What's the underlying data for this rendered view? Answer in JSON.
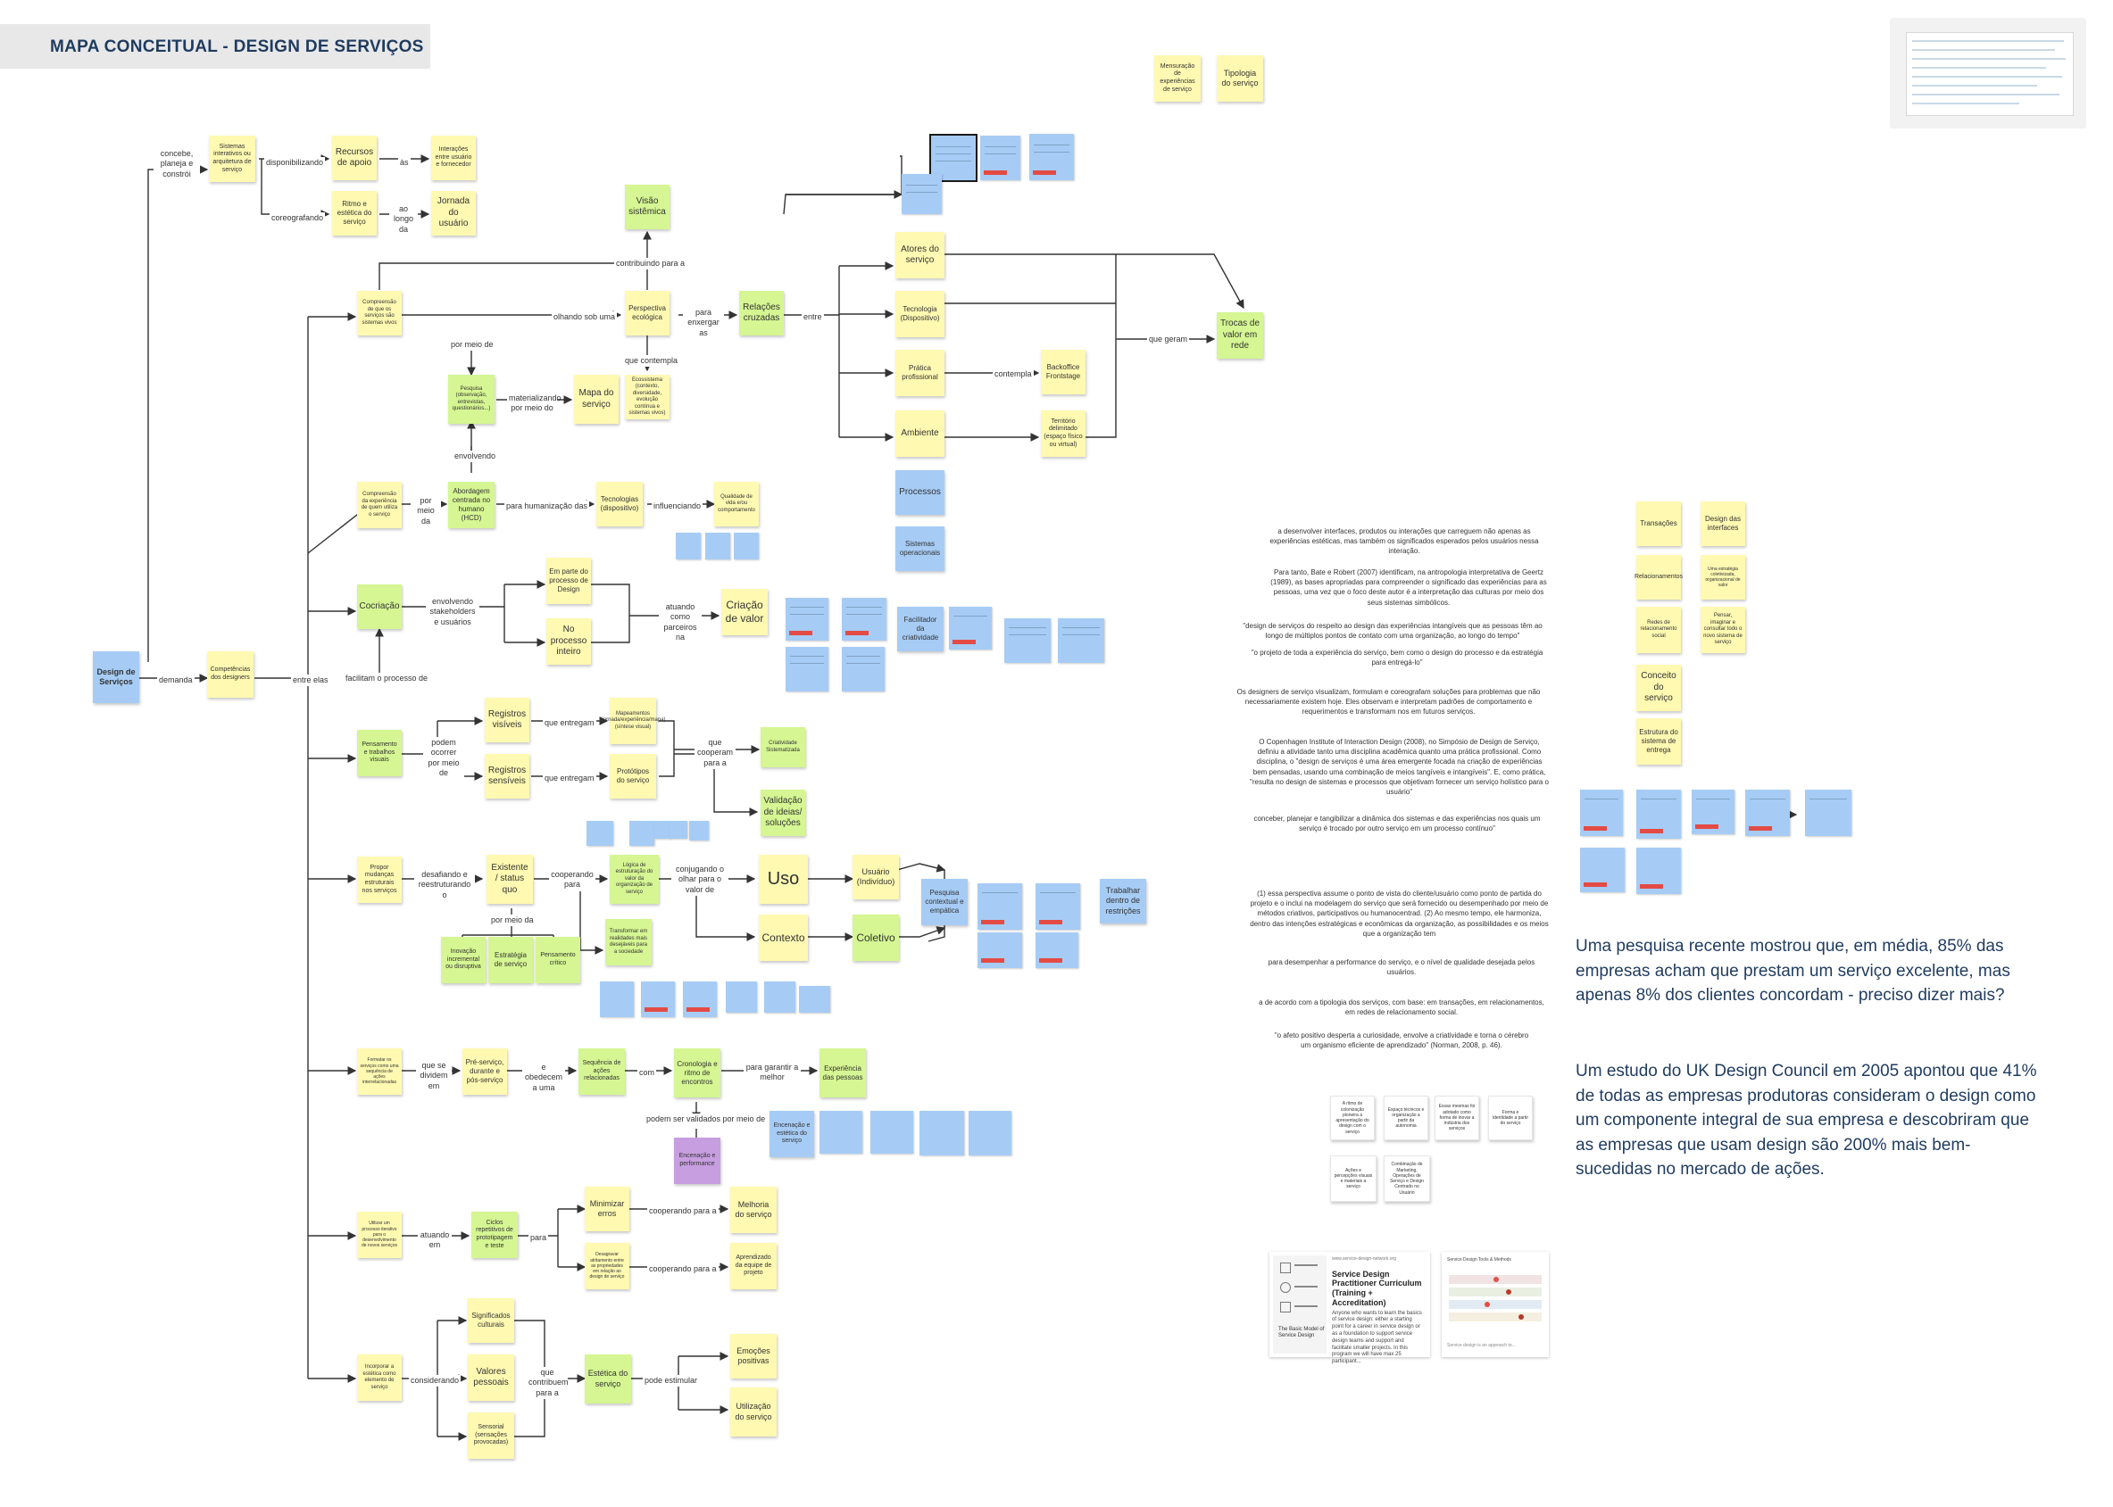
{
  "title": "MAPA CONCEITUAL - DESIGN DE SERVIÇOS",
  "notes": [
    {
      "text": "Design de Serviços",
      "c": "b"
    },
    {
      "text": "Competências dos designers",
      "c": "y"
    },
    {
      "text": "Sistemas interativos ou arquitetura de serviço",
      "c": "y"
    },
    {
      "text": "Recursos de apoio",
      "c": "y"
    },
    {
      "text": "Interações entre usuário e fornecedor",
      "c": "y"
    },
    {
      "text": "Ritmo e estética do serviço",
      "c": "y"
    },
    {
      "text": "Jornada do usuário",
      "c": "y"
    },
    {
      "text": "Compreensão de que os serviços são sistemas vivos",
      "c": "y"
    },
    {
      "text": "Visão sistêmica",
      "c": "g"
    },
    {
      "text": "Perspectiva ecológica",
      "c": "y"
    },
    {
      "text": "Relações cruzadas",
      "c": "g"
    },
    {
      "text": "Ecossistema (contexto, diversidade, evolução contínua e sistemas vivos)",
      "c": "y"
    },
    {
      "text": "Pesquisa (observação, entrevistas, questionários...)",
      "c": "g"
    },
    {
      "text": "Mapa do serviço",
      "c": "y"
    },
    {
      "text": "Atores do serviço",
      "c": "y"
    },
    {
      "text": "Tecnologia (Dispositivo)",
      "c": "y"
    },
    {
      "text": "Prática profissional",
      "c": "y"
    },
    {
      "text": "Backoffice Frontstage",
      "c": "y"
    },
    {
      "text": "Ambiente",
      "c": "y"
    },
    {
      "text": "Território delimitado (espaço físico ou virtual)",
      "c": "y"
    },
    {
      "text": "Trocas de valor em rede",
      "c": "g"
    },
    {
      "text": "Processos",
      "c": "b"
    },
    {
      "text": "Sistemas operacionais",
      "c": "b"
    },
    {
      "text": "Compreensão da experiência de quem utiliza o serviço",
      "c": "y"
    },
    {
      "text": "Abordagem centrada no humano (HCD)",
      "c": "g"
    },
    {
      "text": "Tecnologias (dispositivo)",
      "c": "y"
    },
    {
      "text": "Qualidade de vida e/ou comportamento",
      "c": "y"
    },
    {
      "text": "Cocriação",
      "c": "g"
    },
    {
      "text": "Em parte do processo de Design",
      "c": "y"
    },
    {
      "text": "No processo inteiro",
      "c": "y"
    },
    {
      "text": "Criação de valor",
      "c": "y"
    },
    {
      "text": "Facilitador da criatividade",
      "c": "b"
    },
    {
      "text": "Pensamento e trabalhos visuais",
      "c": "g"
    },
    {
      "text": "Registros visíveis",
      "c": "y"
    },
    {
      "text": "Registros sensíveis",
      "c": "y"
    },
    {
      "text": "Mapeamentos (jornada/experiência/mapa) (síntese visual)",
      "c": "y"
    },
    {
      "text": "Protótipos do serviço",
      "c": "y"
    },
    {
      "text": "Criatividade Sistematizada",
      "c": "g"
    },
    {
      "text": "Validação de ideias/ soluções",
      "c": "g"
    },
    {
      "text": "Propor mudanças estruturais nos serviços",
      "c": "y"
    },
    {
      "text": "Existente / status quo",
      "c": "y"
    },
    {
      "text": "Lógica de estruturação do valor da organização de serviço",
      "c": "g"
    },
    {
      "text": "Transformar em realidades mais desejáveis para a sociedade",
      "c": "g"
    },
    {
      "text": "Uso",
      "c": "y"
    },
    {
      "text": "Usuário (Indivíduo)",
      "c": "y"
    },
    {
      "text": "Contexto",
      "c": "y"
    },
    {
      "text": "Coletivo",
      "c": "g"
    },
    {
      "text": "Pesquisa contextual e empática",
      "c": "b"
    },
    {
      "text": "Trabalhar dentro de restrições",
      "c": "b"
    },
    {
      "text": "Inovação incremental ou disruptiva",
      "c": "g"
    },
    {
      "text": "Estratégia de serviço",
      "c": "g"
    },
    {
      "text": "Pensamento crítico",
      "c": "g"
    },
    {
      "text": "Formatar os serviços como uma sequência de ações interrelacionadas",
      "c": "y"
    },
    {
      "text": "Pré-serviço, durante e pós-serviço",
      "c": "y"
    },
    {
      "text": "Sequência de ações relacionadas",
      "c": "g"
    },
    {
      "text": "Cronologia e ritmo de encontros",
      "c": "g"
    },
    {
      "text": "Experiência das pessoas",
      "c": "g"
    },
    {
      "text": "Encenação e estética do serviço",
      "c": "b"
    },
    {
      "text": "Encenação e performance",
      "c": "p"
    },
    {
      "text": "Utilizar um processo iterativo para o desenvolvimento de novos serviços",
      "c": "y"
    },
    {
      "text": "Ciclos repetitivos de prototipagem e teste",
      "c": "g"
    },
    {
      "text": "Minimizar erros",
      "c": "y"
    },
    {
      "text": "Desagravar atritamento entre as propriedades em relação ao design de serviço",
      "c": "y"
    },
    {
      "text": "Melhoria do serviço",
      "c": "y"
    },
    {
      "text": "Aprendizado da equipe de projeto",
      "c": "y"
    },
    {
      "text": "Incorporar a estética como elemento de serviço",
      "c": "y"
    },
    {
      "text": "Significados culturais",
      "c": "y"
    },
    {
      "text": "Valores pessoais",
      "c": "y"
    },
    {
      "text": "Sensorial (sensações provocadas)",
      "c": "y"
    },
    {
      "text": "Estética do serviço",
      "c": "g"
    },
    {
      "text": "Emoções positivas",
      "c": "y"
    },
    {
      "text": "Utilização do serviço",
      "c": "y"
    },
    {
      "text": "Mensuração de experiências de serviço",
      "c": "y"
    },
    {
      "text": "Tipologia do serviço",
      "c": "y"
    },
    {
      "text": "Transações",
      "c": "y"
    },
    {
      "text": "Design das interfaces",
      "c": "y"
    },
    {
      "text": "Relacionamentos",
      "c": "y"
    },
    {
      "text": "Redes de relacionamento social",
      "c": "y"
    },
    {
      "text": "Pensar, imaginar e consultar todo o novo sistema de serviço",
      "c": "y"
    },
    {
      "text": "Conceito do serviço",
      "c": "y"
    },
    {
      "text": "Estrutura do sistema de entrega",
      "c": "y"
    },
    {
      "text": "Uma estratégia coletivizada, organizacional de valor",
      "c": "y"
    }
  ],
  "labels": [
    "concebe, planeja e constrói",
    "disponibilizando",
    "às",
    "coreografando",
    "ao longo da",
    "contribuindo para a",
    "olhando sob uma",
    "para enxergar as",
    "entre",
    "que geram",
    "que contempla",
    "contempla",
    "por meio de",
    "materializando por meio do",
    "envolvendo",
    "por meio da",
    "para humanização das",
    "influenciando",
    "envolvendo stakeholders e usuários",
    "atuando como parceiros na",
    "facilitam o processo de",
    "demanda",
    "entre elas",
    "podem ocorrer por meio de",
    "que entregam",
    "que entregam",
    "que cooperam para a",
    "desafiando e reestruturando o",
    "cooperando para",
    "conjugando o olhar para o valor de",
    "por meio da",
    "que se dividem em",
    "e obedecem a uma",
    "com",
    "para garantir a melhor",
    "podem ser validados por meio de",
    "atuando em",
    "para",
    "cooperando para a",
    "cooperando para a",
    "considerando",
    "que contribuem para a",
    "pode estimular"
  ],
  "paragraphs": [
    "a desenvolver interfaces, produtos ou interações que carreguem não apenas as experiências estéticas, mas também os significados esperados pelos usuários nessa interação.",
    "Para tanto, Bate e Robert (2007) identificam, na antropologia interpretativa de Geertz (1989), as bases apropriadas para compreender o significado das experiências para as pessoas, uma vez que o foco deste autor é a interpretação das culturas por meio dos seus sistemas simbólicos.",
    "\"design de serviços do respeito ao design das experiências intangíveis que as pessoas têm ao longo de múltiplos pontos de contato com uma organização, ao longo do tempo\"",
    "\"o projeto de toda a experiência do serviço, bem como o design do processo e da estratégia para entregá-lo\"",
    "Os designers de serviço visualizam, formulam e coreografam soluções para problemas que não necessariamente existem hoje. Eles observam e interpretam padrões de comportamento e requerimentos e transformam nos em futuros serviços.",
    "O Copenhagen Institute of Interaction Design (2008), no Simpósio de Design de Serviço, definiu a atividade tanto uma disciplina acadêmica quanto uma prática profissional. Como disciplina, o \"design de serviços é uma área emergente focada na criação de experiências bem pensadas, usando uma combinação de meios tangíveis e intangíveis\". E, como prática, \"resulta no design de sistemas e processos que objetivam fornecer um serviço holístico para o usuário\"",
    "conceber, planejar e tangibilizar a dinâmica dos sistemas e das experiências nos quais um serviço é trocado por outro serviço em um processo contínuo\"",
    "(1) essa perspectiva assume o ponto de vista do cliente/usuário como ponto de partida do projeto e o inclui na modelagem do serviço que será fornecido ou desempenhado por meio de métodos criativos, participativos ou humanocentrad. (2) Ao mesmo tempo, ele harmoniza, dentro das intenções estratégicas e econômicas da organização, as possibilidades e os meios que a organização tem",
    "para desempenhar a performance do serviço, e o nível de qualidade desejada pelos usuários.",
    "a de acordo com a tipologia dos serviços, com base: em transações, em relacionamentos, em redes de relacionamento social.",
    "\"o afeto positivo desperta a curiosidade, envolve a criatividade e torna o cérebro um organismo eficiente de aprendizado\" (Norman, 2008, p. 46)."
  ],
  "grey_notes": [
    "A ritmo de colonização pioneira a apresentação do design com o serviço",
    "Espaço técnicos e organização a partir da autonomia",
    "Essas mesmas foi adotado como forma de inovar a indústria dos serviços",
    "Forma e identidade a partir do serviço",
    "Ações e percepções visuais e materiais a serviço",
    "Combinação de Marketing, Operações de Serviço e Design Centrado no Usuário"
  ],
  "callouts": [
    "Uma pesquisa recente mostrou que, em média, 85% das empresas acham que prestam um serviço excelente, mas apenas 8% dos clientes concordam - preciso dizer mais?",
    "Um estudo do UK Design Council em 2005 apontou que 41% de todas as empresas produtoras consideram o design como um componente integral de sua empresa e descobriram que as empresas que usam design são 200% mais bem-sucedidas no mercado de ações."
  ],
  "card1": {
    "source": "www.service-design-network.org",
    "title": "Service Design Practitioner Curriculum (Training + Accreditation)",
    "body": "Anyone who wants to learn the basics of service design: either a starting point for a career in service design or as a foundation to support service design teams and support and facilitate smaller projects. In this program we will have max 25 participant..."
  },
  "card2": {
    "title": "Service Design Tools & Methods",
    "caption": "Service design is an approach to..."
  },
  "card_thumb_caption": "The Basic Model of Service Design",
  "colors": {
    "yellow": "#fff9b1",
    "green": "#d5f692",
    "blue": "#a6ccf5",
    "purple": "#c79ee0",
    "title": "#1f3b5f"
  }
}
